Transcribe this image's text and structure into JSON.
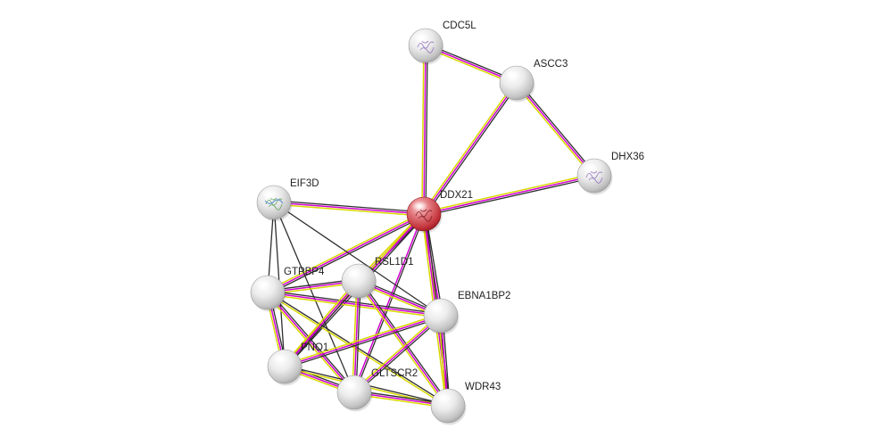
{
  "diagram": {
    "type": "protein-interaction-network",
    "query_node": "DDX21",
    "colors": {
      "query_node": "#d9434b",
      "node": "#dcdcdc",
      "edge_text_mining": "#2f2f2f",
      "edge_coexpression": "#d8d800",
      "edge_experimental": "#d000d0"
    },
    "nodes": [
      {
        "id": "CDC5L",
        "label": "CDC5L",
        "has_structure": true
      },
      {
        "id": "ASCC3",
        "label": "ASCC3",
        "has_structure": false
      },
      {
        "id": "DHX36",
        "label": "DHX36",
        "has_structure": true
      },
      {
        "id": "EIF3D",
        "label": "EIF3D",
        "has_structure": true
      },
      {
        "id": "DDX21",
        "label": "DDX21",
        "has_structure": true
      },
      {
        "id": "GTPBP4",
        "label": "GTPBP4",
        "has_structure": false
      },
      {
        "id": "RSL1D1",
        "label": "RSL1D1",
        "has_structure": false
      },
      {
        "id": "EBNA1BP2",
        "label": "EBNA1BP2",
        "has_structure": false
      },
      {
        "id": "PNO1",
        "label": "PNO1",
        "has_structure": false
      },
      {
        "id": "GLTSCR2",
        "label": "GLTSCR2",
        "has_structure": false
      },
      {
        "id": "WDR43",
        "label": "WDR43",
        "has_structure": false
      }
    ],
    "edges": [
      {
        "source": "CDC5L",
        "target": "ASCC3",
        "evidence": [
          "text",
          "experimental",
          "coexpression"
        ]
      },
      {
        "source": "CDC5L",
        "target": "DDX21",
        "evidence": [
          "text",
          "experimental",
          "coexpression"
        ]
      },
      {
        "source": "ASCC3",
        "target": "DDX21",
        "evidence": [
          "text",
          "experimental",
          "coexpression"
        ]
      },
      {
        "source": "ASCC3",
        "target": "DHX36",
        "evidence": [
          "text",
          "experimental",
          "coexpression"
        ]
      },
      {
        "source": "DHX36",
        "target": "DDX21",
        "evidence": [
          "text",
          "experimental",
          "coexpression"
        ]
      },
      {
        "source": "EIF3D",
        "target": "DDX21",
        "evidence": [
          "text",
          "experimental",
          "coexpression"
        ]
      },
      {
        "source": "DDX21",
        "target": "GTPBP4",
        "evidence": [
          "text",
          "experimental",
          "coexpression"
        ]
      },
      {
        "source": "DDX21",
        "target": "RSL1D1",
        "evidence": [
          "text",
          "experimental",
          "coexpression"
        ]
      },
      {
        "source": "DDX21",
        "target": "EBNA1BP2",
        "evidence": [
          "text",
          "experimental",
          "coexpression"
        ]
      },
      {
        "source": "DDX21",
        "target": "PNO1",
        "evidence": [
          "text",
          "experimental",
          "coexpression"
        ]
      },
      {
        "source": "DDX21",
        "target": "GLTSCR2",
        "evidence": [
          "text",
          "experimental"
        ]
      },
      {
        "source": "DDX21",
        "target": "WDR43",
        "evidence": [
          "text",
          "experimental",
          "coexpression"
        ]
      },
      {
        "source": "EIF3D",
        "target": "GTPBP4",
        "evidence": [
          "text"
        ]
      },
      {
        "source": "EIF3D",
        "target": "EBNA1BP2",
        "evidence": [
          "text"
        ]
      },
      {
        "source": "EIF3D",
        "target": "GLTSCR2",
        "evidence": [
          "text"
        ]
      },
      {
        "source": "EIF3D",
        "target": "PNO1",
        "evidence": [
          "text"
        ]
      },
      {
        "source": "GTPBP4",
        "target": "RSL1D1",
        "evidence": [
          "text",
          "experimental",
          "coexpression"
        ]
      },
      {
        "source": "GTPBP4",
        "target": "EBNA1BP2",
        "evidence": [
          "text",
          "experimental",
          "coexpression"
        ]
      },
      {
        "source": "GTPBP4",
        "target": "PNO1",
        "evidence": [
          "text",
          "experimental",
          "coexpression"
        ]
      },
      {
        "source": "GTPBP4",
        "target": "GLTSCR2",
        "evidence": [
          "text",
          "experimental",
          "coexpression"
        ]
      },
      {
        "source": "GTPBP4",
        "target": "WDR43",
        "evidence": [
          "text",
          "coexpression"
        ]
      },
      {
        "source": "RSL1D1",
        "target": "EBNA1BP2",
        "evidence": [
          "text",
          "experimental",
          "coexpression"
        ]
      },
      {
        "source": "RSL1D1",
        "target": "PNO1",
        "evidence": [
          "text",
          "experimental",
          "coexpression"
        ]
      },
      {
        "source": "RSL1D1",
        "target": "GLTSCR2",
        "evidence": [
          "text",
          "experimental",
          "coexpression"
        ]
      },
      {
        "source": "RSL1D1",
        "target": "WDR43",
        "evidence": [
          "text",
          "experimental",
          "coexpression"
        ]
      },
      {
        "source": "EBNA1BP2",
        "target": "PNO1",
        "evidence": [
          "text",
          "experimental",
          "coexpression"
        ]
      },
      {
        "source": "EBNA1BP2",
        "target": "GLTSCR2",
        "evidence": [
          "text",
          "experimental",
          "coexpression"
        ]
      },
      {
        "source": "EBNA1BP2",
        "target": "WDR43",
        "evidence": [
          "text",
          "experimental",
          "coexpression"
        ]
      },
      {
        "source": "PNO1",
        "target": "GLTSCR2",
        "evidence": [
          "text",
          "experimental",
          "coexpression"
        ]
      },
      {
        "source": "PNO1",
        "target": "WDR43",
        "evidence": [
          "text",
          "coexpression"
        ]
      },
      {
        "source": "GLTSCR2",
        "target": "WDR43",
        "evidence": [
          "text",
          "experimental",
          "coexpression"
        ]
      }
    ]
  }
}
